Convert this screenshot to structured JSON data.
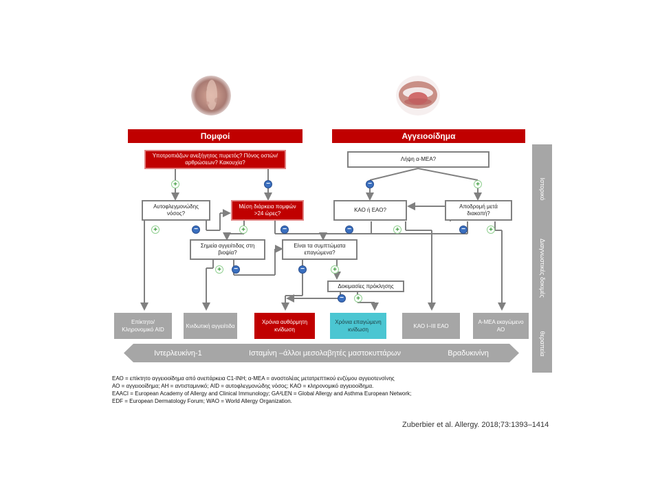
{
  "colors": {
    "header_red": "#c00000",
    "gray": "#a6a6a6",
    "box_border": "#808080",
    "cyan": "#4bc6d2",
    "plus_green": "#3a9a3a",
    "minus_blue": "#3a6fbf"
  },
  "headers": {
    "left": "Πομφοί",
    "right": "Αγγειοοίδημα"
  },
  "boxes": {
    "q1": "Υποτροπιάζων ανεξήγητος πυρετός? Πόνος οστών/αρθρώσεων? Κακουχία?",
    "q2": "Λήψη α-ΜΕΑ?",
    "q3": "Αυτοφλεγμονώδης νόσος?",
    "q4": "Μέση διάρκεια πομφών >24 ώρες?",
    "q5": "ΚΑΟ ή ΕΑΟ?",
    "q6": "Αποδρομή μετά διακοπή?",
    "q7": "Σημεία αγγειίτιδας στη βιοψία?",
    "q8": "Είναι τα συμπτώματα επαγώμενα?",
    "q9": "Δοκιμασίες πρόκλησης"
  },
  "outcomes": {
    "o1": "Επίκτητο/ Κληρονομικό AID",
    "o2": "Κνιδωτική αγγειίτιδα",
    "o3": "Χρόνια αυθόρμητη κνίδωση",
    "o4": "Χρόνια επαγώμενη κνίδωση",
    "o5": "ΚΑΟ I–III ΕΑΟ",
    "o6": "Α-ΜΕΑ εκαγώμενο ΑΟ"
  },
  "signs": {
    "plus": "+",
    "minus": "−"
  },
  "side_labels": {
    "history": "Ιστορικό",
    "tests": "Διαγνωστικές δοκιμές",
    "therapy": "θεραπεία"
  },
  "mediators": {
    "left": "Ιντερλευκίνη-1",
    "center": "Ισταμίνη –άλλοι μεσολαβητές μαστοκυττάρων",
    "right": "Βραδυκινίνη"
  },
  "footnotes": [
    "ΕΑΟ = επίκτητο αγγειοοίδημα από ανεπάρκεια C1-INH; α-ΜΕΑ = αναστολέας μετατρεπτικού ενζύμου αγγειοτενσίνης",
    "ΑΟ = αγγειοοίδημα; ΑΗ = αντισταμινικό; AID = αυτοφλεγμονώδης νόσος; ΚΑΟ = κληρονομικό αγγειοοίδημα.",
    "EAACI = European Academy of Allergy and Clinical Immunology; GA²LEN = Global Allergy and Asthma European Network;",
    "EDF = European Dermatology Forum; WAO = World Allergy Organization."
  ],
  "citation": "Zuberbier et al. Allergy. 2018;73:1393–1414"
}
